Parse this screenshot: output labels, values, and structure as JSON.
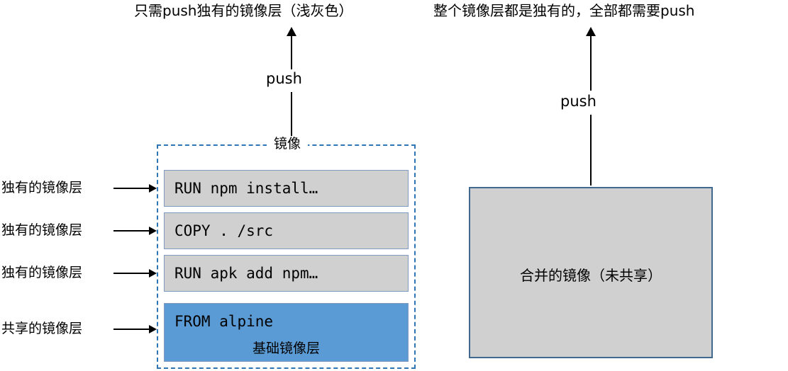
{
  "headers": {
    "left": "只需push独有的镜像层（浅灰色）",
    "right": "整个镜像层都是独有的，全部都需要push"
  },
  "arrows": {
    "left_push_label": "push",
    "right_push_label": "push"
  },
  "left_diagram": {
    "container_title": "镜像",
    "side_labels": [
      "独有的镜像层",
      "独有的镜像层",
      "独有的镜像层",
      "共享的镜像层"
    ],
    "layers": [
      {
        "code": "RUN npm install…",
        "kind": "unique"
      },
      {
        "code": "COPY . /src",
        "kind": "unique"
      },
      {
        "code": "RUN apk add npm…",
        "kind": "unique"
      },
      {
        "code": "FROM alpine",
        "kind": "base",
        "caption": "基础镜像层"
      }
    ]
  },
  "right_diagram": {
    "box_label": "合并的镜像（未共享）"
  },
  "colors": {
    "base_layer_fill": "#5B9BD5",
    "unique_layer_fill": "#D0D0D0",
    "layer_border": "#7E9BBF",
    "dashed_container_border": "#2E75B6",
    "merged_box_border": "#41688E",
    "text": "#000000",
    "background": "#FFFFFF"
  }
}
